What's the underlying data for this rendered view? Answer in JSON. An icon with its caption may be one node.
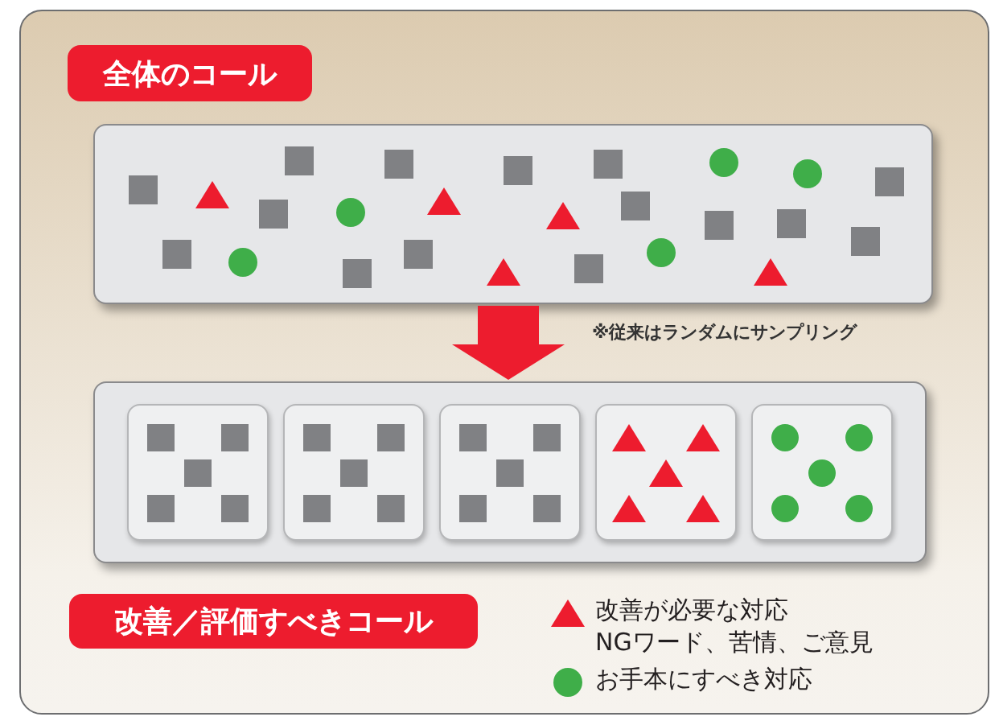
{
  "diagram": {
    "nodes": [
      {
        "text": [
          "全体のコール"
        ]
      },
      {
        "text": [],
        "shape": "box"
      },
      {
        "text": [],
        "shape": "box"
      },
      {
        "text": [],
        "shape": "box",
        "in": 2
      },
      {
        "text": [],
        "shape": "box",
        "in": 2
      },
      {
        "text": [],
        "shape": "box",
        "in": 2
      },
      {
        "text": [],
        "shape": "box",
        "in": 2
      },
      {
        "text": [],
        "shape": "box",
        "in": 2
      },
      {
        "text": [
          "改善／評価すべきコール"
        ]
      }
    ],
    "edges": [
      {
        "from": 1,
        "to": 2,
        "arrow": "to",
        "color": "#ed1c2e"
      }
    ],
    "labels": [
      "※従来はランダムにサンプリング"
    ],
    "legend": [
      {
        "text": "改善が必要な対応 NGワード、苦情、ご意見"
      },
      {
        "text": "お手本にすべき対応"
      }
    ]
  }
}
